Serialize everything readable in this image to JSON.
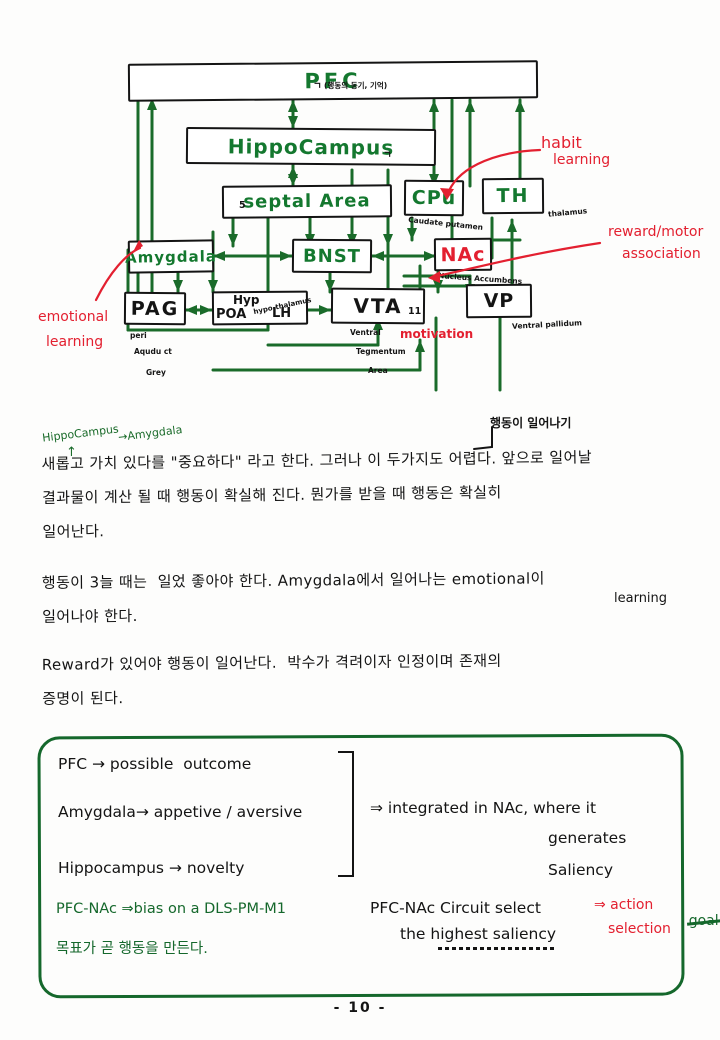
{
  "page": {
    "number_label": "- 10 -",
    "colors": {
      "ink_black": "#141414",
      "ink_green": "#1a6b2a",
      "ink_red": "#e32030",
      "paper": "#fdfdfc"
    }
  },
  "diagram": {
    "title_note": "brain circuit block diagram",
    "nodes": [
      {
        "id": "pfc",
        "label": "PFC",
        "subscript": "ㄱ",
        "annotation": "(행동의 동기, 기억)",
        "color": "green"
      },
      {
        "id": "hippocampus",
        "label": "HippoCampus",
        "subscript": "ㄱ",
        "annotation": "",
        "color": "green"
      },
      {
        "id": "septal",
        "label": "septal Area",
        "prefix": "5",
        "annotation": "",
        "color": "green"
      },
      {
        "id": "cpu",
        "label": "CPu",
        "annotation": "Caudate putamen",
        "color": "green"
      },
      {
        "id": "th",
        "label": "TH",
        "annotation": "thalamus",
        "color": "green"
      },
      {
        "id": "amygdala",
        "label": "Amygdala",
        "annotation": "",
        "color": "green"
      },
      {
        "id": "bnst",
        "label": "BNST",
        "annotation": "",
        "color": "green"
      },
      {
        "id": "nac",
        "label": "NAc",
        "annotation": "Nucleus Accumbens",
        "color": "red"
      },
      {
        "id": "pag",
        "label": "PAG",
        "annotation": "peri Aqudu ct Grey",
        "color": "black"
      },
      {
        "id": "hyp",
        "label": "Hyp",
        "label2": "POA",
        "label3": "LH",
        "annotation": "hypo-thalamus",
        "color": "black"
      },
      {
        "id": "vta",
        "label": "VTA",
        "subscript": "11",
        "annotation": "Ventral Tegmentum Area",
        "color": "black"
      },
      {
        "id": "vp",
        "label": "VP",
        "annotation": "Ventral pallidum",
        "color": "black"
      }
    ],
    "red_annotations": [
      {
        "id": "habit",
        "line1": "habit",
        "line2": "learning"
      },
      {
        "id": "reward",
        "line1": "reward/motor",
        "line2": "association"
      },
      {
        "id": "emotional",
        "line1": "emotional",
        "line2": "learning"
      },
      {
        "id": "motivation",
        "line1": "motivation",
        "line2": ""
      }
    ]
  },
  "notes": {
    "green_callout_1": "HippoCampus",
    "green_callout_2": "→Amygdala",
    "black_callout_top": "행동이 일어나기",
    "paragraph_1": "새롭고 가치 있다를 \"중요하다\" 라고 한다. 그러나 이 두가지도 어렵다. 앞으로 일어날\n결과물이 계산 될 때 행동이 확실해 진다. 뭔가를 받을 때 행동은 확실히\n일어난다.",
    "paragraph_2": "행동이 3늘 때는  일었 좋아야 한다. Amygdala에서 일어나는 emotional이\n일어나야 한다.",
    "paragraph_2_super": "learning",
    "paragraph_3": "Reward가 있어야 행동이 일어난다.  박수가 격려이자 인정이며 존재의\n증명이 된다."
  },
  "summary": {
    "lines": [
      {
        "id": "l1",
        "text": "PFC → possible  outcome"
      },
      {
        "id": "l2",
        "text": "Amygdala→ appetive / aversive"
      },
      {
        "id": "l3",
        "text": "Hippocampus → novelty"
      }
    ],
    "integrated_1": "⇒ integrated in NAc, where it",
    "integrated_2": "generates",
    "integrated_3": "Saliency",
    "green_line": "PFC-NAc ⇒bias on a DLS-PM-M1",
    "green_line_kr": "목표가 곧 행동을 만든다.",
    "circuit_1": "PFC-NAc Circuit select",
    "circuit_2": "the highest saliency",
    "red_1": "⇒ action",
    "red_2": "selection",
    "crossed_out": "goal"
  }
}
